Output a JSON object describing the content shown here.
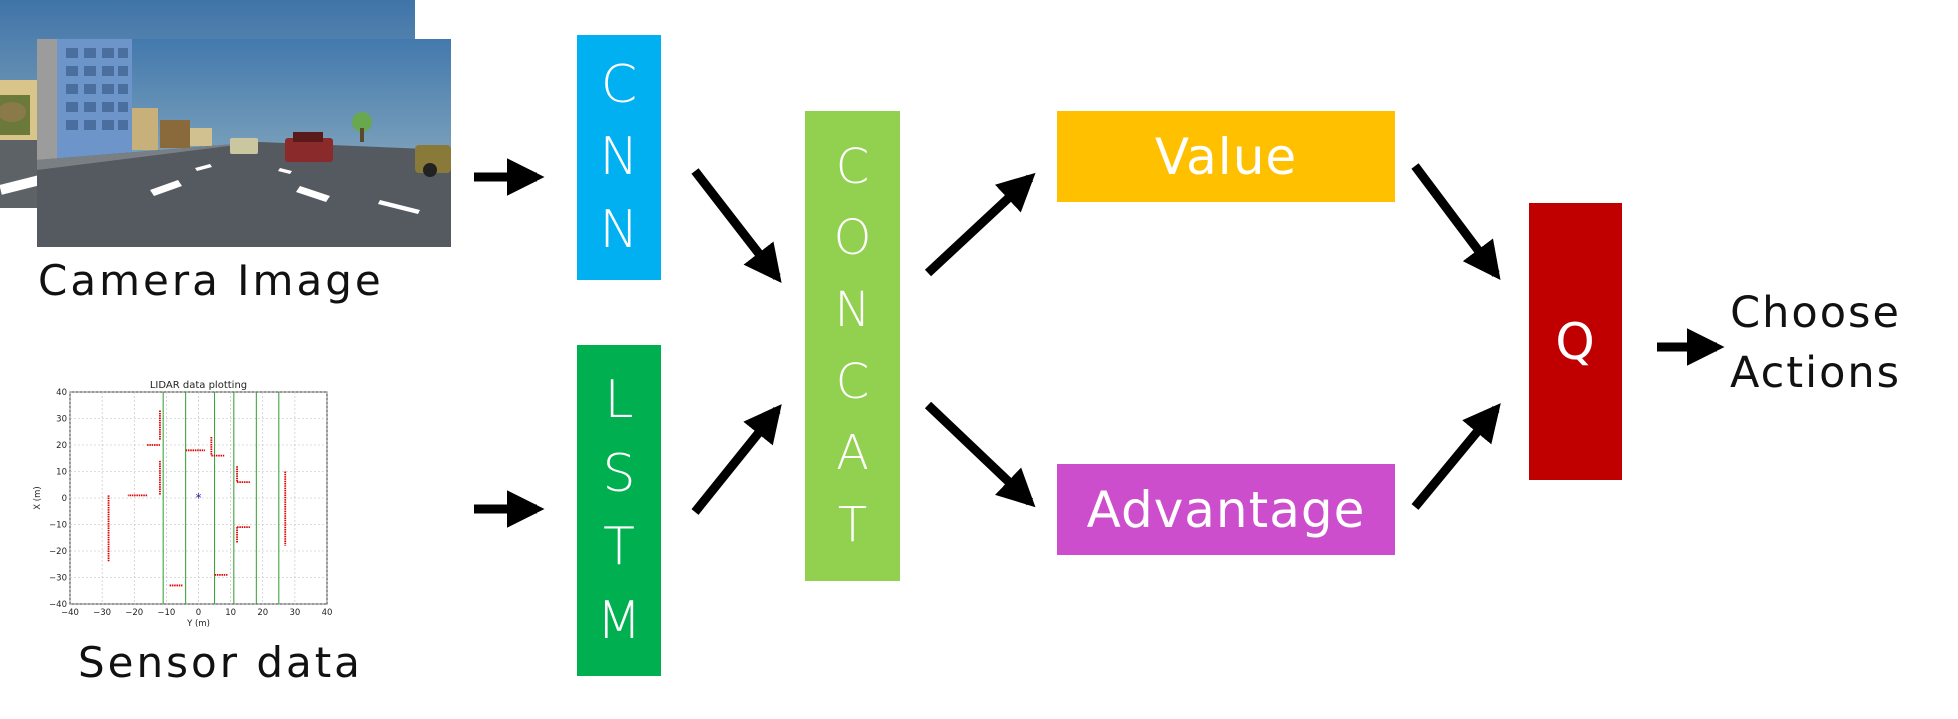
{
  "colors": {
    "cnn": "#00b0f0",
    "lstm": "#00b050",
    "concat": "#92d050",
    "value": "#ffc000",
    "advantage": "#cc4ecc",
    "q": "#c00000",
    "arrow": "#000000",
    "lidar_points": "#e00000",
    "lidar_lanes": "#2e9e2e",
    "lidar_agent": "#1a1aa0"
  },
  "inputs": {
    "camera_caption": "Camera Image",
    "sensor_caption": "Sensor data"
  },
  "blocks": {
    "cnn": [
      "C",
      "N",
      "N"
    ],
    "lstm": [
      "L",
      "S",
      "T",
      "M"
    ],
    "concat": [
      "C",
      "O",
      "N",
      "C",
      "A",
      "T"
    ],
    "value": "Value",
    "advantage": "Advantage",
    "q": "Q"
  },
  "output": {
    "line1": "Choose",
    "line2": "Actions"
  },
  "lidar_plot": {
    "title": "LIDAR data plotting",
    "xlabel": "Y (m)",
    "ylabel": "X (m)",
    "xticks": [
      "−40",
      "−30",
      "−20",
      "−10",
      "0",
      "10",
      "20",
      "30",
      "40"
    ],
    "yticks": [
      "40",
      "30",
      "20",
      "10",
      "0",
      "−10",
      "−20",
      "−30",
      "−40"
    ],
    "xlim": [
      -40,
      40
    ],
    "ylim": [
      -40,
      40
    ],
    "agent_marker": "*"
  }
}
